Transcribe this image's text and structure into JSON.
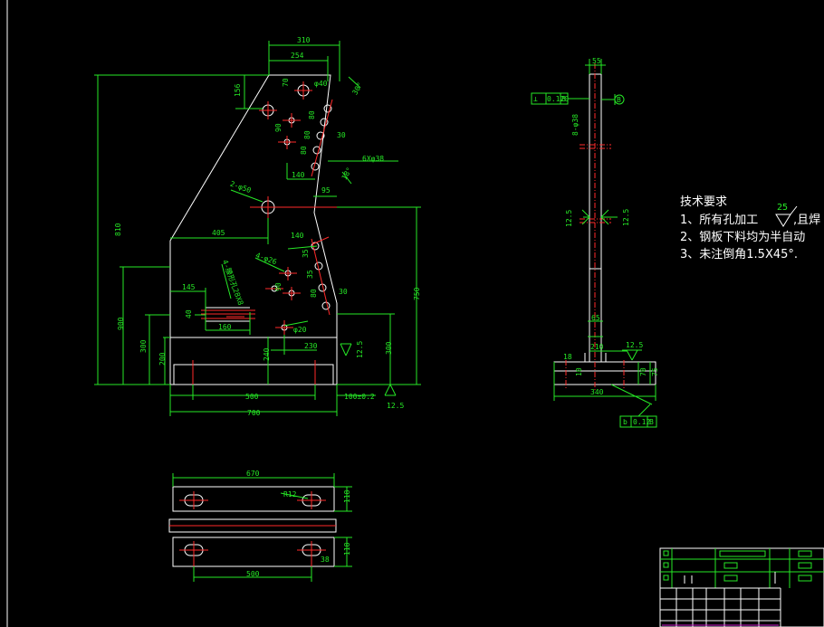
{
  "drawing": {
    "front_view": {
      "dims": {
        "d310": "310",
        "d254": "254",
        "d70": "70",
        "phi40": "φ40",
        "d156": "156",
        "d30deg": "30°",
        "d80a": "80",
        "d90": "90",
        "d80b": "80",
        "d80c": "80",
        "d30a": "30",
        "holes_6x38": "6Xφ38",
        "d140a": "140",
        "d810": "810",
        "holes_2x50": "2-φ50",
        "d95": "95",
        "d18deg": "18°",
        "d405": "405",
        "d140b": "140",
        "holes_4x26": "4-φ26",
        "slot": "4-腰形孔28X8",
        "d35a": "35",
        "d90b": "90",
        "d35b": "35",
        "d80d": "80",
        "d30b": "30",
        "d750": "750",
        "d145": "145",
        "d40": "40",
        "d160": "160",
        "phi20": "φ20",
        "d900": "900",
        "d300a": "300",
        "d200": "200",
        "d240": "240",
        "d230": "230",
        "ra125a": "12.5",
        "d300b": "300",
        "d500": "500",
        "d100": "100±0.2",
        "d700": "700",
        "ra125b": "12.5"
      }
    },
    "side_view": {
      "dims": {
        "d55": "55",
        "flatness": "0.120",
        "datum_b": "B",
        "datum_label": "B",
        "d8x38": "8-φ38",
        "ra125_left": "12.5",
        "ra125_right": "12.5",
        "d65": "65",
        "d18": "18",
        "d210": "210",
        "ra125c": "12.5",
        "d10": "10",
        "d70": "70",
        "d75": "75",
        "d340": "340",
        "perp_sym": "b",
        "perp_val": "0.12",
        "perp_datum": "B"
      }
    },
    "top_view": {
      "dims": {
        "d670": "670",
        "r12": "R12",
        "d118a": "118",
        "d500": "500",
        "d118b": "118",
        "d38": "38"
      }
    },
    "tech_req": {
      "title": "技术要求",
      "ra": "25",
      "line1": "1、所有孔加工",
      "line1b": ",且焊",
      "line2": "2、钢板下料均为半自动",
      "line3": "3、未注倒角1.5X45°."
    },
    "colors": {
      "dimension": "#26e826",
      "outline": "#ffffff",
      "centerline": "#ff2a2a",
      "titleblock": "#d020d0"
    }
  }
}
